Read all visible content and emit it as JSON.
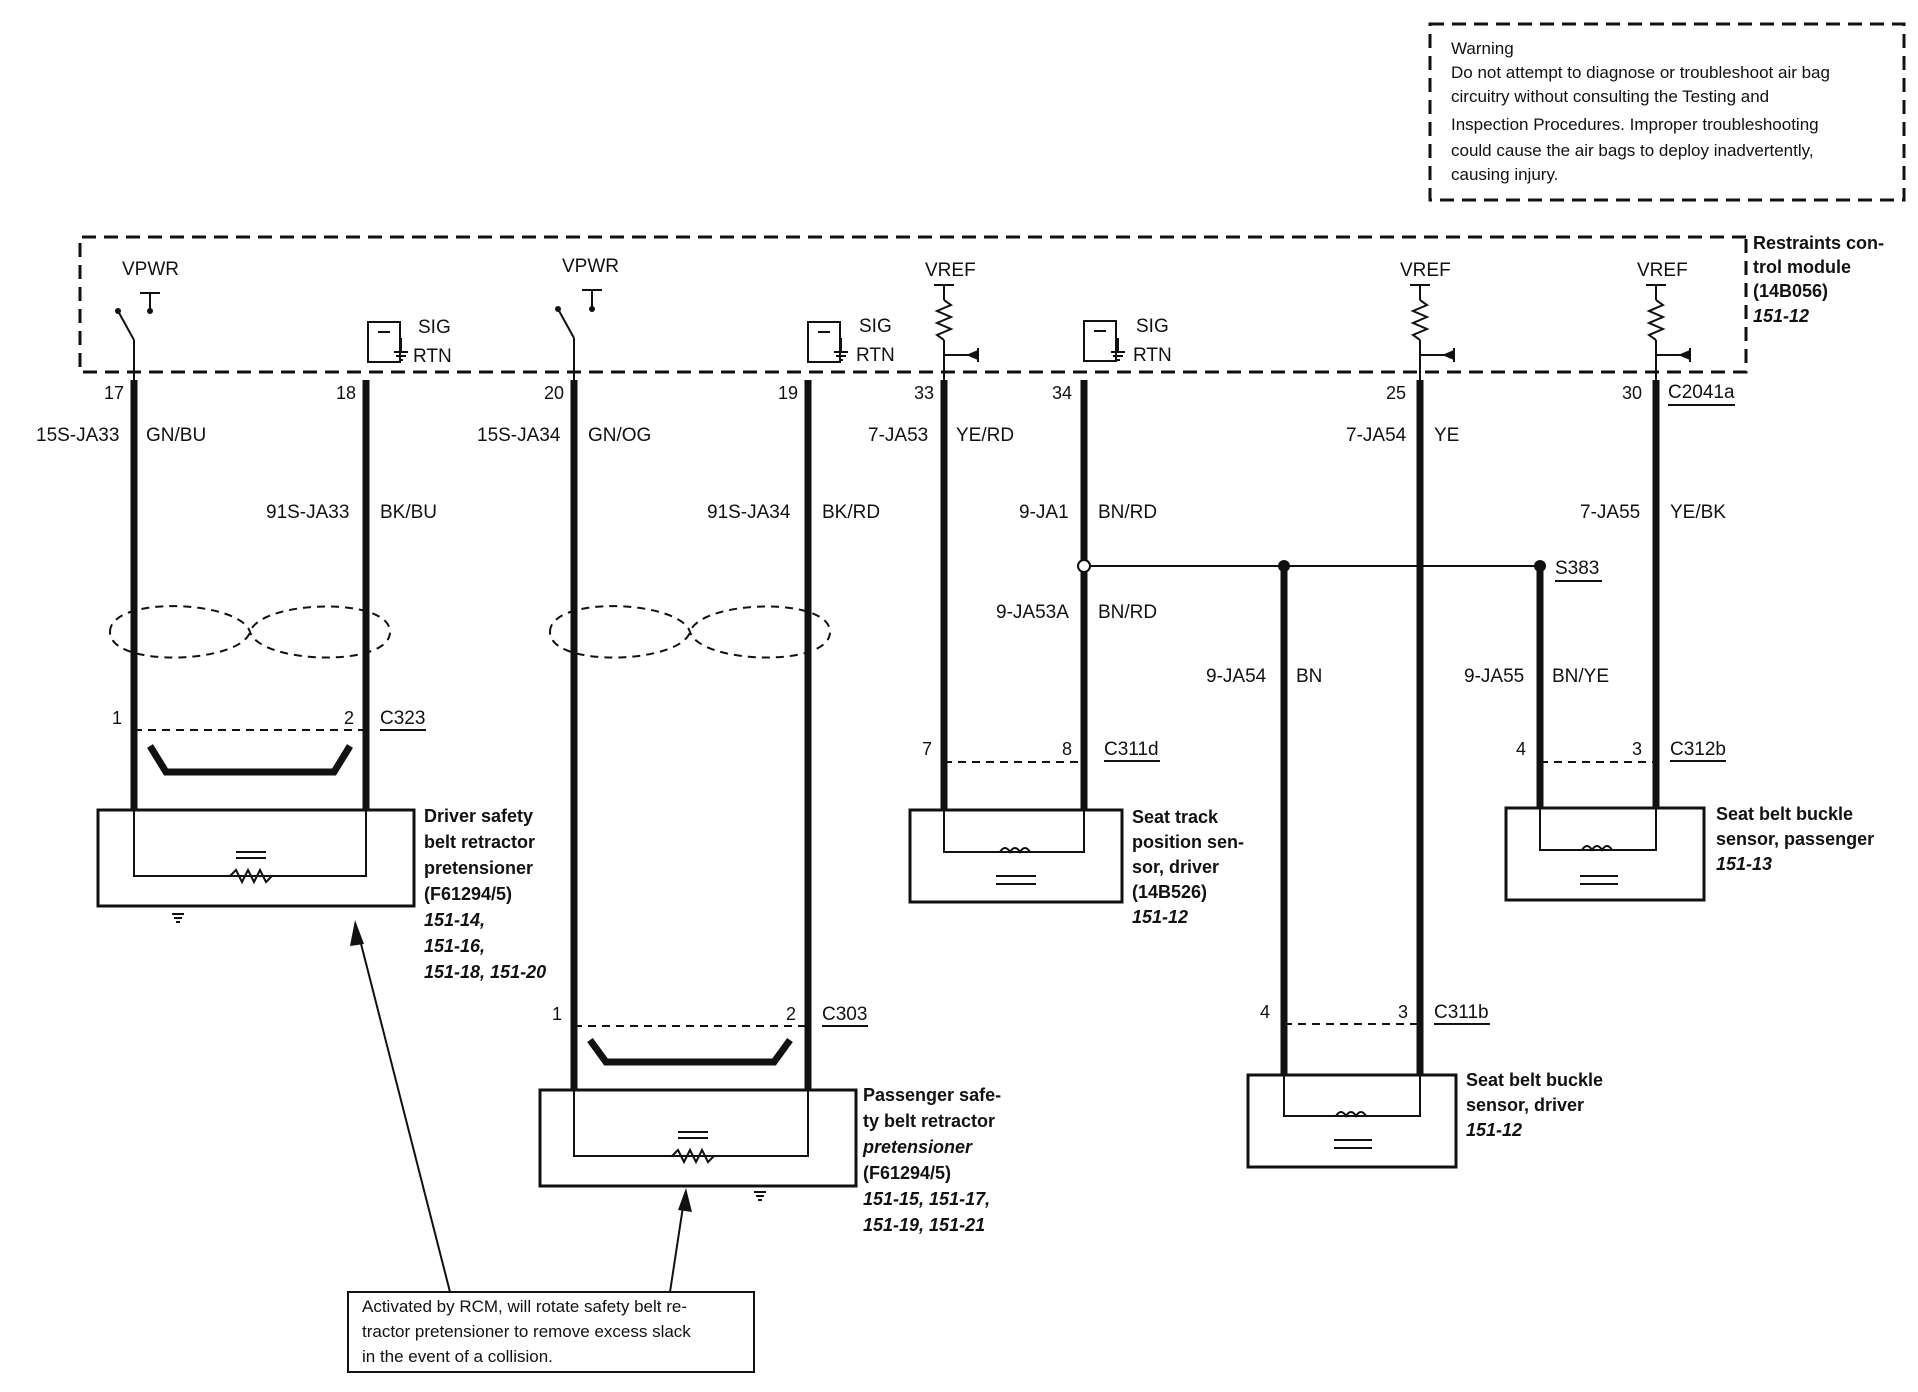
{
  "warning": {
    "title": "Warning",
    "lines": [
      "Do not attempt to diagnose or troubleshoot air bag",
      "circuitry without consulting the Testing and",
      "Inspection Procedures. Improper troubleshooting",
      "could cause the air bags to deploy inadvertently,",
      "causing injury."
    ]
  },
  "module": {
    "name_lines": [
      "Restraints con-",
      "trol module",
      "(14B056)"
    ],
    "ref": "151-12",
    "connector": "C2041a"
  },
  "supply": {
    "vpwr": "VPWR",
    "vref": "VREF",
    "sig": "SIG",
    "rtn": "RTN"
  },
  "pins": {
    "p17": "17",
    "p18": "18",
    "p20": "20",
    "p19": "19",
    "p33": "33",
    "p34": "34",
    "p25": "25",
    "p30": "30"
  },
  "circuits": {
    "c1_id": "15S-JA33",
    "c1_color": "GN/BU",
    "c2_id": "91S-JA33",
    "c2_color": "BK/BU",
    "c3_id": "15S-JA34",
    "c3_color": "GN/OG",
    "c4_id": "91S-JA34",
    "c4_color": "BK/RD",
    "c5_id": "7-JA53",
    "c5_color": "YE/RD",
    "c6_id": "9-JA1",
    "c6_color": "BN/RD",
    "c7_id": "9-JA53A",
    "c7_color": "BN/RD",
    "c8_id": "7-JA54",
    "c8_color": "YE",
    "c9_id": "9-JA54",
    "c9_color": "BN",
    "c10_id": "7-JA55",
    "c10_color": "YE/BK",
    "c11_id": "9-JA55",
    "c11_color": "BN/YE"
  },
  "splice": "S383",
  "connectors": {
    "c323": "C323",
    "c323_p1": "1",
    "c323_p2": "2",
    "c303": "C303",
    "c303_p1": "1",
    "c303_p2": "2",
    "c311d": "C311d",
    "c311d_p7": "7",
    "c311d_p8": "8",
    "c311b": "C311b",
    "c311b_p4": "4",
    "c311b_p3": "3",
    "c312b": "C312b",
    "c312b_p4": "4",
    "c312b_p3": "3"
  },
  "components": {
    "driver_pret": {
      "lines": [
        "Driver safety",
        "belt retractor",
        "pretensioner",
        "(F61294/5)"
      ],
      "refs": [
        "151-14,",
        "151-16,",
        "151-18, 151-20"
      ]
    },
    "pass_pret": {
      "lines": [
        "Passenger safe-",
        "ty belt retractor",
        "pretensioner",
        "(F61294/5)"
      ],
      "refs": [
        "151-15, 151-17,",
        "151-19, 151-21"
      ]
    },
    "seat_track": {
      "lines": [
        "Seat track",
        "position sen-",
        "sor, driver",
        "(14B526)"
      ],
      "refs": [
        "151-12"
      ]
    },
    "buckle_driver": {
      "lines": [
        "Seat belt buckle",
        "sensor, driver"
      ],
      "refs": [
        "151-12"
      ]
    },
    "buckle_pass": {
      "lines": [
        "Seat belt buckle",
        "sensor, passenger"
      ],
      "refs": [
        "151-13"
      ]
    }
  },
  "note": {
    "lines": [
      "Activated by RCM, will rotate safety belt re-",
      "tractor pretensioner to remove excess slack",
      "in the event of a collision."
    ]
  }
}
